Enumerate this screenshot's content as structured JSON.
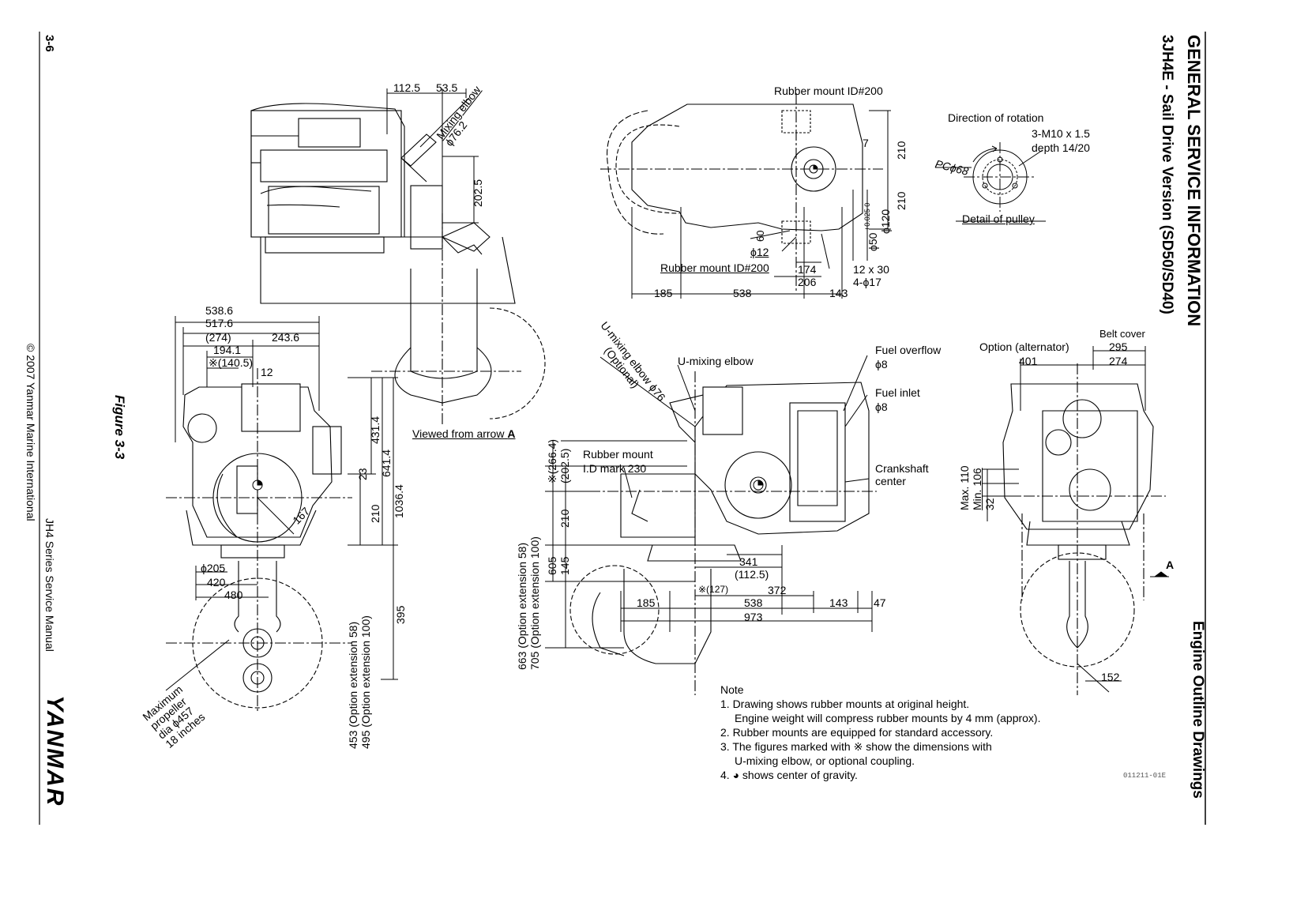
{
  "header": {
    "section_title": "GENERAL SERVICE INFORMATION",
    "subtitle": "3JH4E - Sail Drive Version (SD50/SD40)",
    "right_title": "Engine Outline Drawings"
  },
  "footer": {
    "page_number": "3-6",
    "copyright": "© 2007 Yanmar Marine International",
    "manual": "JH4 Series Service Manual",
    "brand": "YANMAR",
    "figure": "Figure 3-3",
    "drawing_code": "011211-01E"
  },
  "top_view": {
    "dims": [
      "112.5",
      "53.5",
      "202.5"
    ],
    "mixing_elbow": "Mixing elbow",
    "mixing_elbow_dia": "ϕ76.2"
  },
  "plan_view": {
    "rubber_mount_top": "Rubber mount ID#200",
    "rubber_mount_bottom": "Rubber mount ID#200",
    "phi12": "ϕ12",
    "dims": [
      "185",
      "538",
      "143",
      "174",
      "206",
      "210",
      "210",
      "60",
      "7"
    ],
    "phi50": "ϕ50",
    "phi50_tol": "+0.025 0",
    "phi120": "ϕ120",
    "bolt1": "12 x 30",
    "bolt2": "4-ϕ17"
  },
  "pulley": {
    "direction": "Direction of rotation",
    "thread": "3-M10 x 1.5",
    "depth": "depth 14/20",
    "pc": "PCϕ68",
    "caption": "Detail of pulley"
  },
  "front_view": {
    "dims": [
      "538.6",
      "517.6",
      "(274)",
      "243.6",
      "194.1",
      "※(140.5)",
      "12",
      "431.4",
      "641.4",
      "1036.4",
      "23",
      "210",
      "167",
      "395",
      "ϕ205",
      "420",
      "480"
    ],
    "viewed": "Viewed from arrow",
    "arrow": "A",
    "ext1": "453 (Option extension 58)",
    "ext2": "495 (Option extension 100)",
    "propeller": [
      "Maximum",
      "propeller",
      "dia ϕ457",
      "18 inches"
    ]
  },
  "side_view": {
    "u_mixing_opt": "U-mixing elbow ϕ76",
    "optional": "(Optional)",
    "u_mixing": "U-mixing elbow",
    "rubber_mount": "Rubber mount",
    "id_mark": "I.D mark 230",
    "fuel_overflow": "Fuel overflow",
    "fuel_overflow_dia": "ϕ8",
    "fuel_inlet": "Fuel inlet",
    "fuel_inlet_dia": "ϕ8",
    "crankshaft": "Crankshaft",
    "center": "center",
    "vert_dims": [
      "※(266.4)",
      "(202.5)",
      "210",
      "605",
      "145"
    ],
    "ext1": "663 (Option extension 58)",
    "ext2": "705 (Option extension 100)",
    "dims": [
      "341",
      "(112.5)",
      "※(127)",
      "372",
      "185",
      "538",
      "143",
      "47",
      "973"
    ]
  },
  "rear_view": {
    "belt_cover": "Belt cover",
    "option_alt": "Option (alternator)",
    "dims": [
      "295",
      "274",
      "401",
      "152"
    ],
    "max": "Max. 110",
    "min": "Min. 106",
    "d32": "32",
    "arrow": "A"
  },
  "notes": {
    "title": "Note",
    "items": [
      "1. Drawing shows rubber mounts at original height.",
      "Engine weight will compress rubber mounts by 4 mm (approx).",
      "2. Rubber mounts are equipped for standard accessory.",
      "3. The figures marked with ※ show the dimensions with",
      "U-mixing elbow, or optional coupling.",
      "4. ◕ shows center of gravity."
    ]
  }
}
